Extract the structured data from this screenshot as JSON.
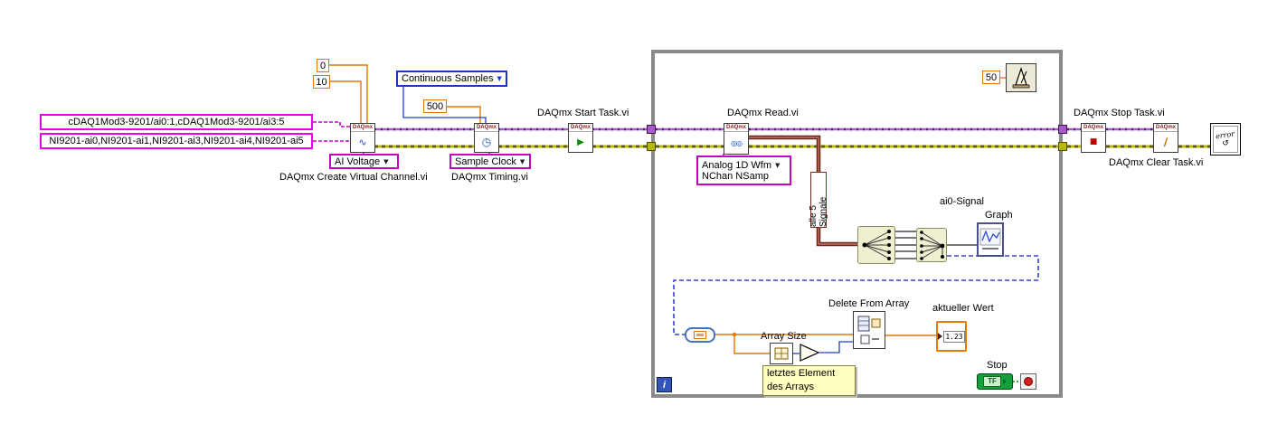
{
  "ui": {
    "dropdown_arrow": "▼",
    "daqmx": "DAQmx"
  },
  "constants": {
    "v0": "0",
    "v10": "10",
    "v500": "500",
    "v50": "50"
  },
  "strings": {
    "line1": "cDAQ1Mod3-9201/ai0:1,cDAQ1Mod3-9201/ai3:5",
    "line2": "NI9201-ai0,NI9201-ai1,NI9201-ai3,NI9201-ai4,NI9201-ai5"
  },
  "enums": {
    "ai_voltage": "AI Voltage",
    "continuous": "Continuous Samples",
    "sample_clock": "Sample Clock",
    "analog_line1": "Analog 1D Wfm",
    "analog_line2": "NChan NSamp"
  },
  "labels": {
    "create_vi": "DAQmx Create Virtual Channel.vi",
    "timing_vi": "DAQmx Timing.vi",
    "start_vi": "DAQmx Start Task.vi",
    "read_vi": "DAQmx Read.vi",
    "stop_vi": "DAQmx Stop Task.vi",
    "clear_vi": "DAQmx Clear Task.vi",
    "alle_signale": "alle 5 Signale",
    "ai0_signal": "ai0-Signal",
    "graph": "Graph",
    "array_size": "Array Size",
    "delete_from_array": "Delete From Array",
    "aktueller_wert": "aktueller Wert",
    "stop": "Stop"
  },
  "note": {
    "line1": "letztes Element",
    "line2": "des Arrays"
  },
  "loop": {
    "iteration": "i"
  },
  "boolean": {
    "tf": "TF"
  },
  "indicator": {
    "value": "1.23"
  },
  "icons": {
    "create_glyph": "∿",
    "timing_glyph": "◷",
    "start_glyph": "▶",
    "read_glyph": "◎◎",
    "stop_glyph": "■",
    "clear_glyph": "∕",
    "error_text": "error",
    "error_arrow": "↺"
  }
}
